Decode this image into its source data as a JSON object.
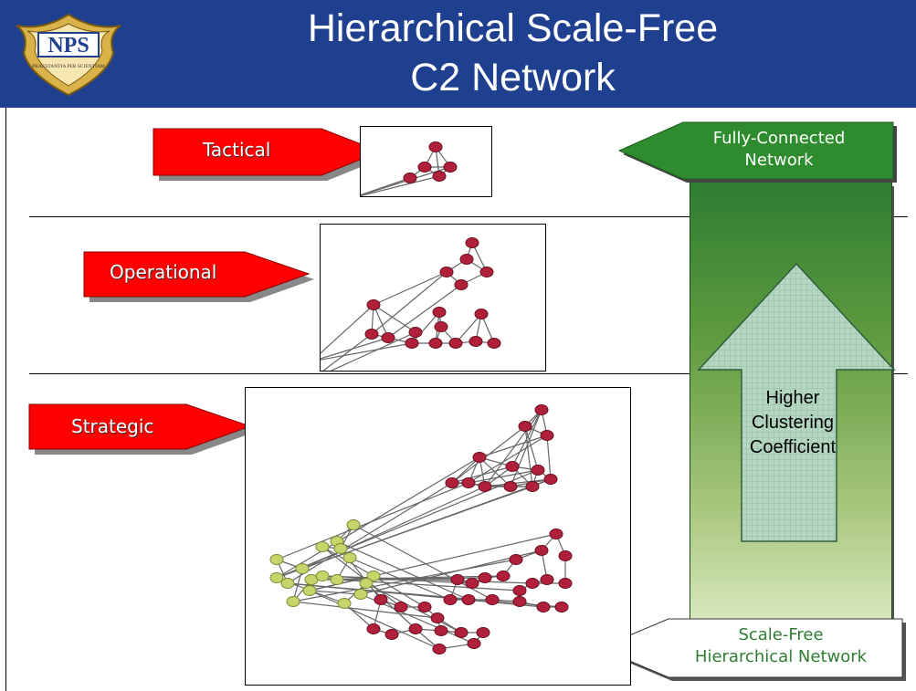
{
  "header": {
    "title_line1": "Hierarchical Scale-Free",
    "title_line2": "C2 Network",
    "logo_text": "NPS",
    "logo_motto": "PRAESTANTIA PER SCIENTIAM"
  },
  "levels": {
    "tactical": "Tactical",
    "operational": "Operational",
    "strategic": "Strategic"
  },
  "top_arrow": {
    "line1": "Fully-Connected",
    "line2": "Network"
  },
  "bottom_arrow": {
    "line1": "Scale-Free",
    "line2": "Hierarchical  Network"
  },
  "center_arrow": {
    "line1": "Higher",
    "line2": "Clustering",
    "line3": "Coefficient"
  },
  "colors": {
    "header_blue": "#1f3f8f",
    "level_red": "#ff0000",
    "column_green": "#2e7d32",
    "node_red": "#b0203a",
    "node_yellow_green": "#c6d46b"
  }
}
